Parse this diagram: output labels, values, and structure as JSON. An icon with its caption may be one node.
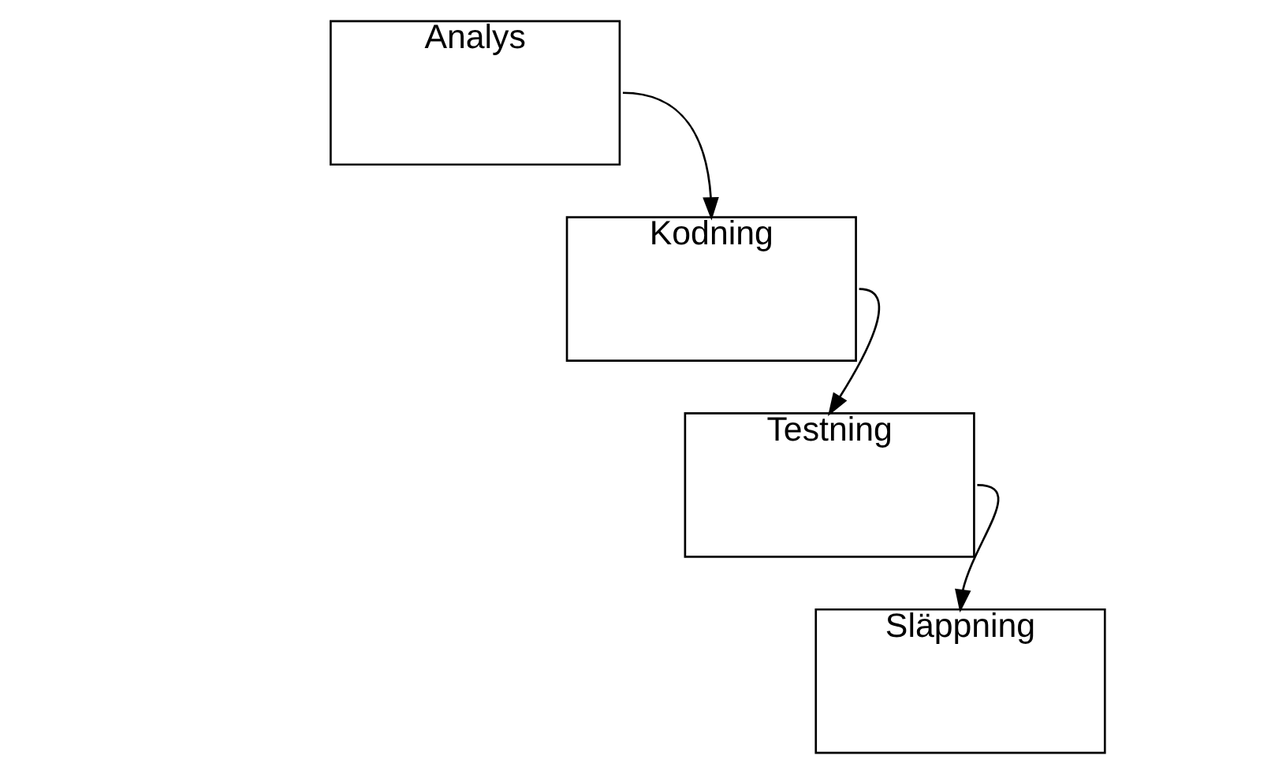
{
  "diagram": {
    "nodes": [
      {
        "text": [
          "Analys"
        ]
      },
      {
        "text": [
          "Kodning"
        ]
      },
      {
        "text": [
          "Testning"
        ]
      },
      {
        "text": [
          "Släppning"
        ]
      }
    ],
    "edges": [
      {
        "from": 0,
        "to": 1,
        "arrow": "to"
      },
      {
        "from": 1,
        "to": 2,
        "arrow": "to"
      },
      {
        "from": 2,
        "to": 3,
        "arrow": "to"
      }
    ]
  }
}
